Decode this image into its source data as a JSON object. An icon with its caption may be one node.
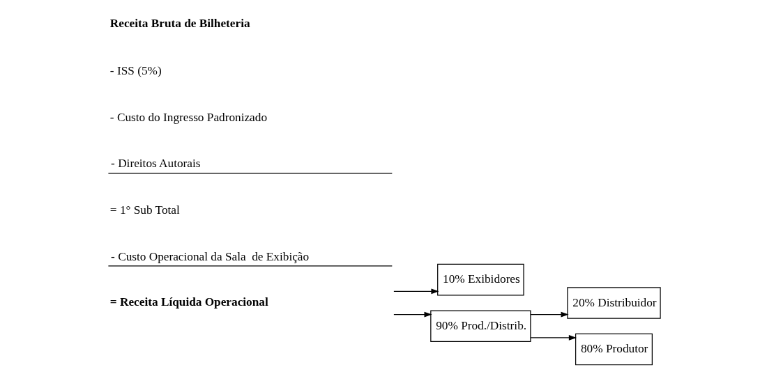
{
  "diagram": {
    "nodes": [
      {
        "text": [
          "= Receita Líquida Operacional"
        ]
      },
      {
        "text": [
          "10% Exibidores"
        ]
      },
      {
        "text": [
          "90% Prod./Distrib."
        ]
      },
      {
        "text": [
          "20% Distribuidor"
        ]
      },
      {
        "text": [
          "80% Produtor"
        ]
      }
    ],
    "edges": [
      {
        "from": 0,
        "to": 1,
        "arrow": "to"
      },
      {
        "from": 0,
        "to": 2,
        "arrow": "to"
      },
      {
        "from": 2,
        "to": 3,
        "arrow": "to"
      },
      {
        "from": 2,
        "to": 4,
        "arrow": "to"
      }
    ],
    "labels": [
      "Receita Bruta de Bilheteria",
      "- ISS (5%)",
      "- Custo do Ingresso Padronizado",
      "- Direitos Autorais",
      "= 1° Sub Total",
      "- Custo Operacional da Sala  de Exibição"
    ]
  }
}
